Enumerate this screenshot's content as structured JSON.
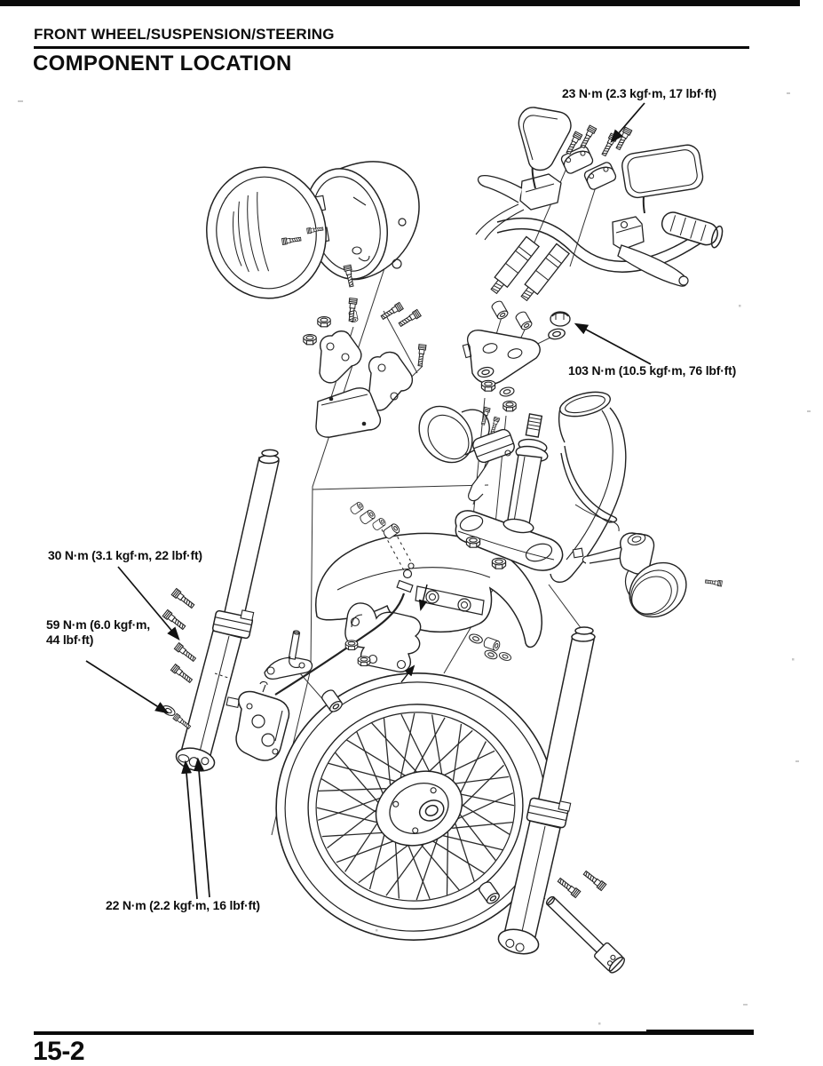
{
  "page": {
    "header_title": "FRONT WHEEL/SUSPENSION/STEERING",
    "section_title": "COMPONENT LOCATION",
    "page_number": "15-2"
  },
  "diagram": {
    "type": "exploded-view-illustration",
    "torque_callouts": {
      "torque_23": "23 N·m (2.3 kgf·m, 17 lbf·ft)",
      "torque_103": "103 N·m (10.5 kgf·m, 76 lbf·ft)",
      "torque_30": "30 N·m (3.1 kgf·m, 22 lbf·ft)",
      "torque_59_line1": "59 N·m (6.0 kgf·m,",
      "torque_59_line2": "44 lbf·ft)",
      "torque_22": "22 N·m (2.2 kgf·m, 16 lbf·ft)"
    }
  },
  "colors": {
    "paper": "#ffffff",
    "ink": "#111111"
  }
}
